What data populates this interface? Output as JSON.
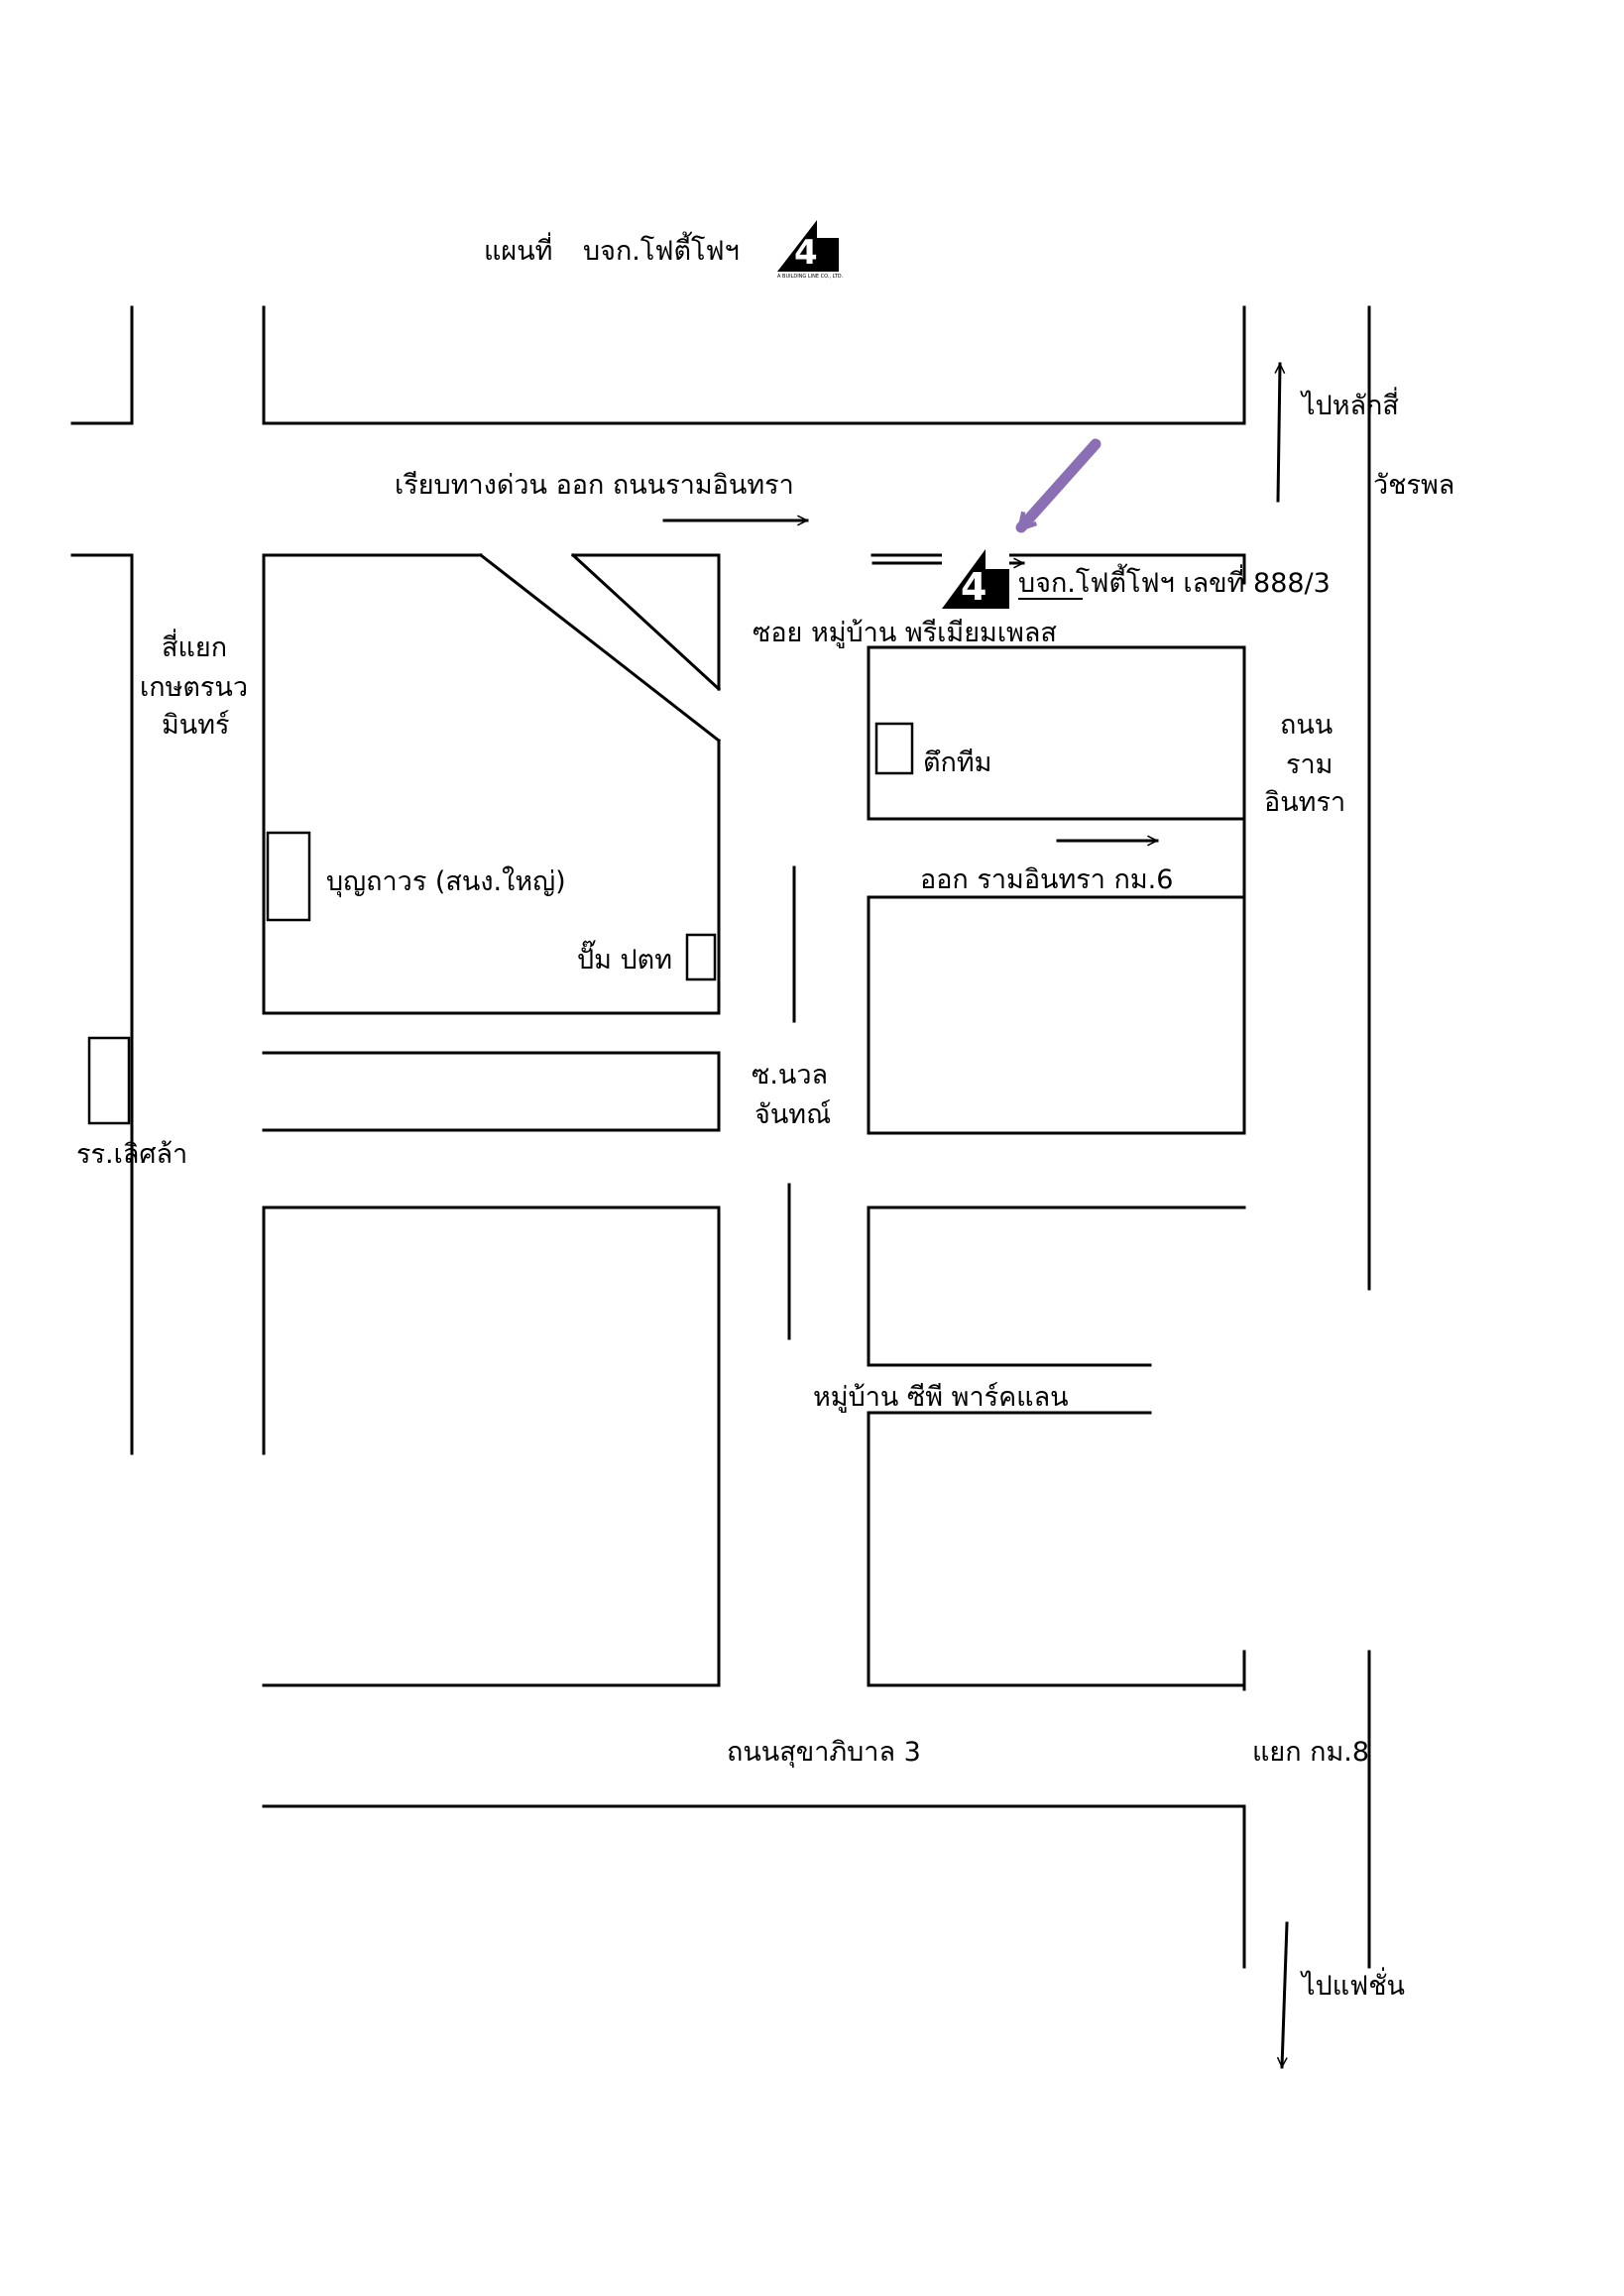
{
  "title": {
    "label": "แผนที่",
    "company": "บจก.โฟตี้โฟฯ"
  },
  "logo": {
    "mark": "4",
    "subtext": "A BUILDING LINE CO., LTD."
  },
  "labels": {
    "expressway": "เรียบทางด่วน  ออก ถนนรามอินทรา",
    "to_lak_si": "ไปหลักสี่",
    "watcharaphon": "วัชรพล",
    "company_address": "บจก.โฟตี้โฟฯ เลขที่  888/3",
    "soi_premium": "ซอย  หมู่บ้าน  พรีเมียมเพลส",
    "kaset_line1": "สี่แยก",
    "kaset_line2": "เกษตรนว",
    "kaset_line3": "มินทร์",
    "ram_line1": "ถนน",
    "ram_line2": "ราม",
    "ram_line3": "อินทรา",
    "team_building": "ตึกทีม",
    "exit_km6": "ออก  รามอินทรา กม.6",
    "bunthaworn": "บุญถาวร (สนง.ใหญ่)",
    "gas_station": "ปั๊ม ปตท",
    "soi_nuan_line1": "ซ.นวล",
    "soi_nuan_line2": "จันทณ์",
    "school": "รร.เลิศล้า",
    "cp_park": "หมู่บ้าน  ซีพี  พาร์คแลน",
    "sukhaphiban": "ถนนสุขาภิบาล 3",
    "junction_km8": "แยก กม.8",
    "to_fashion": "ไปแฟชั่น"
  },
  "colors": {
    "arrow_highlight": "#8a6fb5",
    "ink": "#000000"
  }
}
